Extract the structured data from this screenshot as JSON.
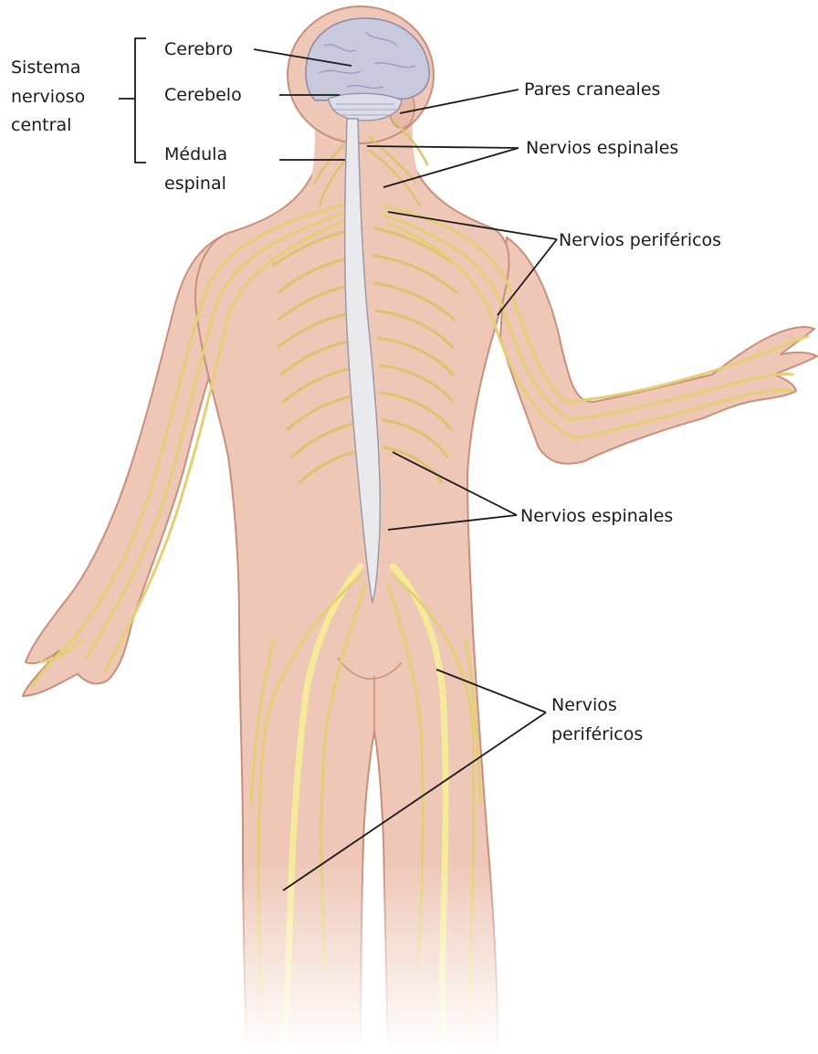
{
  "labels": {
    "cns_group": [
      "Sistema",
      "nervioso",
      "central"
    ],
    "cerebro": "Cerebro",
    "cerebelo": "Cerebelo",
    "medula": [
      "Médula",
      "espinal"
    ],
    "pares_craneales": "Pares craneales",
    "nervios_espinales_top": "Nervios espinales",
    "nervios_perifericos_top": "Nervios periféricos",
    "nervios_espinales_mid": "Nervios espinales",
    "nervios_perifericos_bottom": [
      "Nervios",
      "periféricos"
    ]
  },
  "colors": {
    "skin": "#eec7b6",
    "skin_outline": "#c98f7a",
    "nerve": "#e8d27a",
    "nerve_bright": "#f4ea9a",
    "spinal_cord": "#e9e9ee",
    "brain": "#c9c9de",
    "line": "#1a1a1a"
  }
}
